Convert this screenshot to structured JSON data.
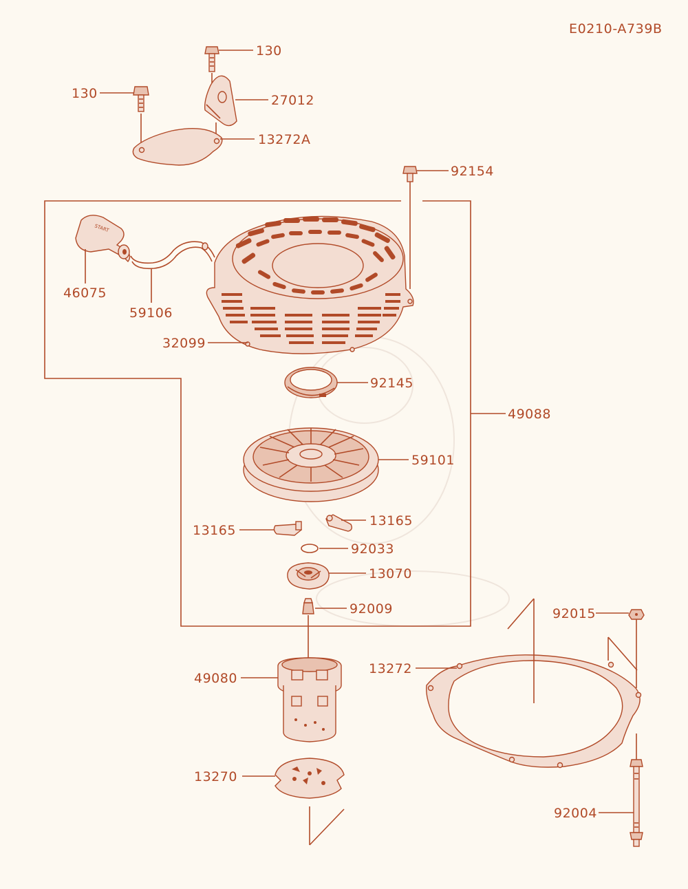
{
  "diagram_code": "E0210-A739B",
  "parts": {
    "p130_top": "130",
    "p130_left": "130",
    "p27012": "27012",
    "p13272A": "13272A",
    "p92154": "92154",
    "p46075": "46075",
    "p59106": "59106",
    "p32099": "32099",
    "p92145": "92145",
    "p49088": "49088",
    "p59101": "59101",
    "p13165_right": "13165",
    "p13165_left": "13165",
    "p92033": "92033",
    "p13070": "13070",
    "p92009": "92009",
    "p92015": "92015",
    "p13272": "13272",
    "p49080": "49080",
    "p13270": "13270",
    "p92004": "92004"
  },
  "colors": {
    "line": "#b14a28",
    "background": "#fdf9f1",
    "part_fill": "#f3ddd2"
  }
}
